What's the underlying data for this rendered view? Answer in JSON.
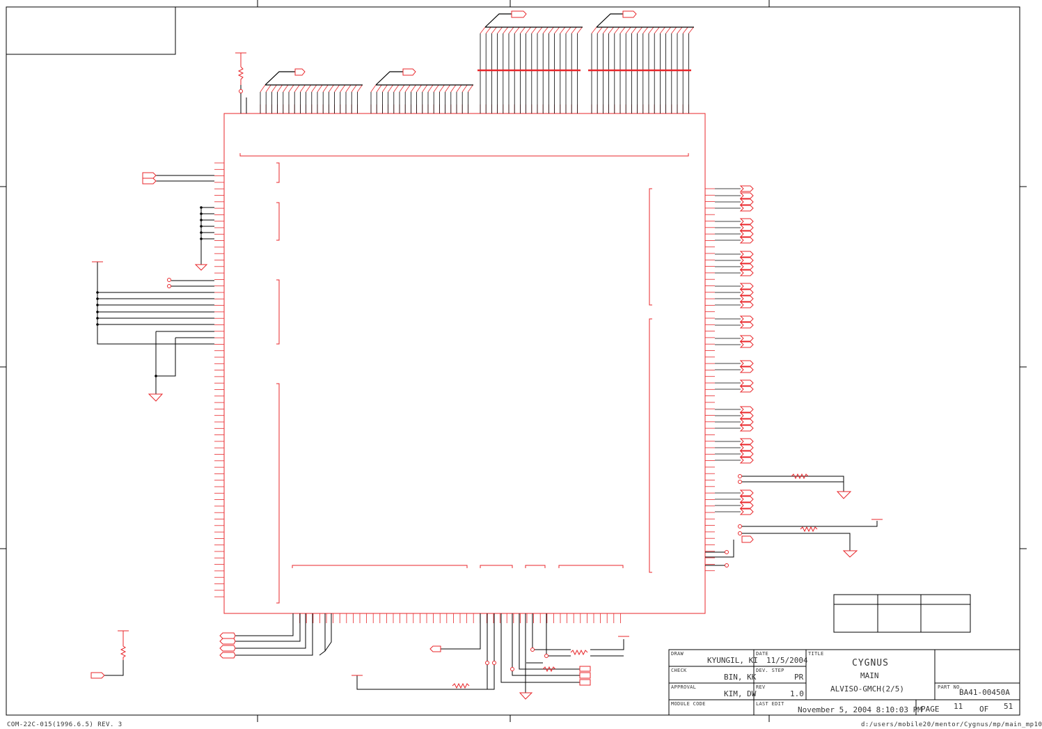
{
  "title_block": {
    "draw_label": "DRAW",
    "draw_value": "KYUNGIL, KI",
    "check_label": "CHECK",
    "check_value": "BIN, KK",
    "approval_label": "APPROVAL",
    "approval_value": "KIM, DW",
    "module_code_label": "MODULE CODE",
    "date_label": "DATE",
    "date_value": "11/5/2004",
    "dev_step_label": "DEV. STEP",
    "dev_step_value": "PR",
    "rev_label": "REV",
    "rev_value": "1.0",
    "last_edit_label": "LAST EDIT",
    "last_edit_value": "November 5, 2004  8:10:03 PM",
    "title_label": "TITLE",
    "title_line1": "CYGNUS",
    "title_line2": "MAIN",
    "title_line3": "ALVISO-GMCH(2/5)",
    "part_no_label": "PART NO.",
    "part_no_value": "BA41-00450A",
    "page_label": "PAGE",
    "page_value": "11",
    "of_label": "OF",
    "of_value": "51"
  },
  "footer": {
    "left": "COM-22C-015(1996.6.5) REV. 3",
    "right": "d:/users/mobile20/mentor/Cygnus/mp/main_mp10"
  },
  "colors": {
    "component": "#e8262a",
    "wire": "#000000",
    "frame": "#000000"
  }
}
